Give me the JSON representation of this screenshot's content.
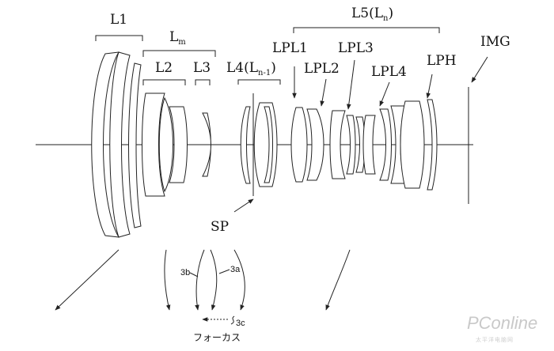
{
  "diagram": {
    "labels": {
      "L1": "L1",
      "Lm_main": "L",
      "Lm_sub": "m",
      "L2": "L2",
      "L3": "L3",
      "L4_main": "L4(L",
      "L4_sub": "n-1",
      "L4_close": ")",
      "L5_main": "L5(L",
      "L5_sub": "n",
      "L5_close": ")",
      "LPL1": "LPL1",
      "LPL2": "LPL2",
      "LPL3": "LPL3",
      "LPL4": "LPL4",
      "LPH": "LPH",
      "IMG": "IMG",
      "SP": "SP",
      "ref_3a": "3a",
      "ref_3b": "3b",
      "ref_3c": "3c",
      "focus": "フォーカス"
    },
    "watermark": {
      "brand": "PConline",
      "tagline": "太平洋电脑网"
    }
  }
}
